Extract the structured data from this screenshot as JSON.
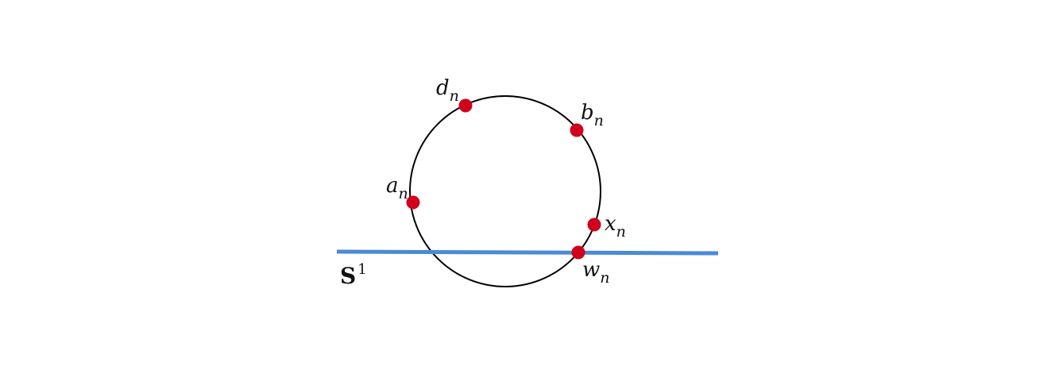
{
  "line": {
    "color": "#4a8ad8",
    "label_main": "S",
    "label_sup": "1"
  },
  "circle": {
    "stroke_color": "#000000"
  },
  "point_color": "#d0021b",
  "points": [
    {
      "id": "d",
      "main": "d",
      "sub": "n"
    },
    {
      "id": "b",
      "main": "b",
      "sub": "n"
    },
    {
      "id": "a",
      "main": "a",
      "sub": "n"
    },
    {
      "id": "x",
      "main": "x",
      "sub": "n"
    },
    {
      "id": "w",
      "main": "w",
      "sub": "n"
    }
  ]
}
